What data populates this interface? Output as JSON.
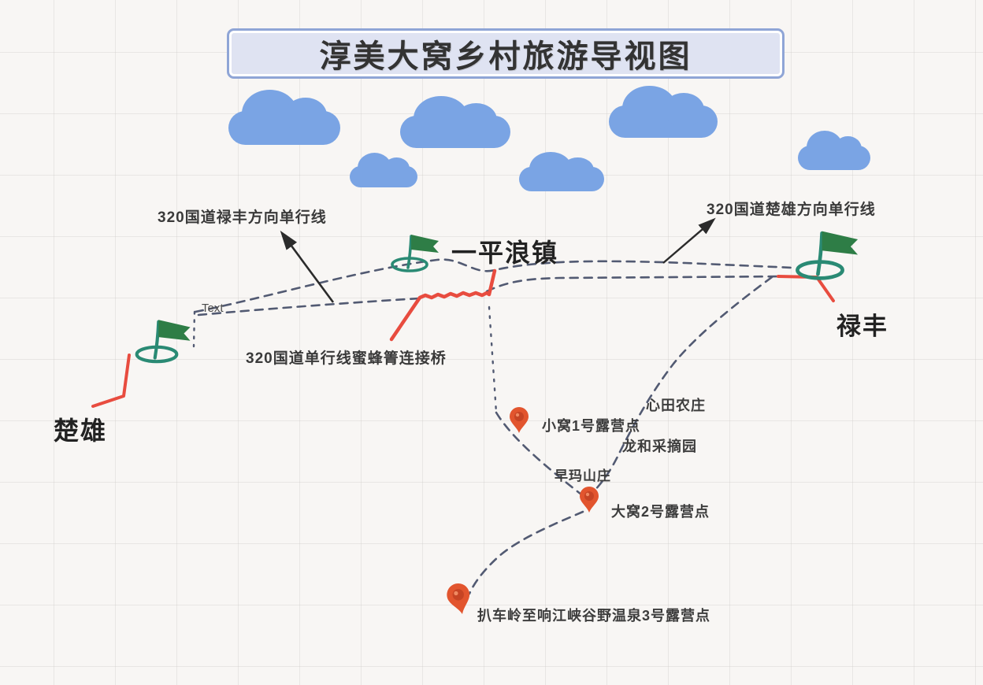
{
  "title": "淳美大窝乡村旅游导视图",
  "towns": {
    "yipinglang": {
      "label": "一平浪镇"
    },
    "lufeng": {
      "label": "禄丰"
    },
    "chuxiong": {
      "label": "楚雄"
    }
  },
  "roads": {
    "lufeng_direction": "320国道禄丰方向单行线",
    "chuxiong_direction": "320国道楚雄方向单行线",
    "bridge": "320国道单行线蜜蜂箐连接桥",
    "text_placeholder": "Text"
  },
  "pois": {
    "xintian_farm": "心田农庄",
    "camp1": "小窝1号露营点",
    "longhe_garden": "龙和采摘园",
    "zaoma_villa": "早玛山庄",
    "camp2": "大窝2号露营点",
    "camp3": "扒车岭至响江峡谷野温泉3号露营点"
  },
  "icons": {
    "flag": "golf-flag-icon",
    "pin": "map-pin-icon",
    "cloud": "cloud-icon"
  },
  "colors": {
    "background": "#f8f6f4",
    "cloud_blue": "#7aa4e4",
    "route_dash": "#525a72",
    "highlight_red": "#e84c3f",
    "flag_green": "#2e7d46",
    "flag_teal": "#2a8a74",
    "pin_orange": "#e2552e",
    "title_bg": "#dfe3f2",
    "title_border": "#8fa5d6",
    "text_dark": "#2e2e2e"
  }
}
